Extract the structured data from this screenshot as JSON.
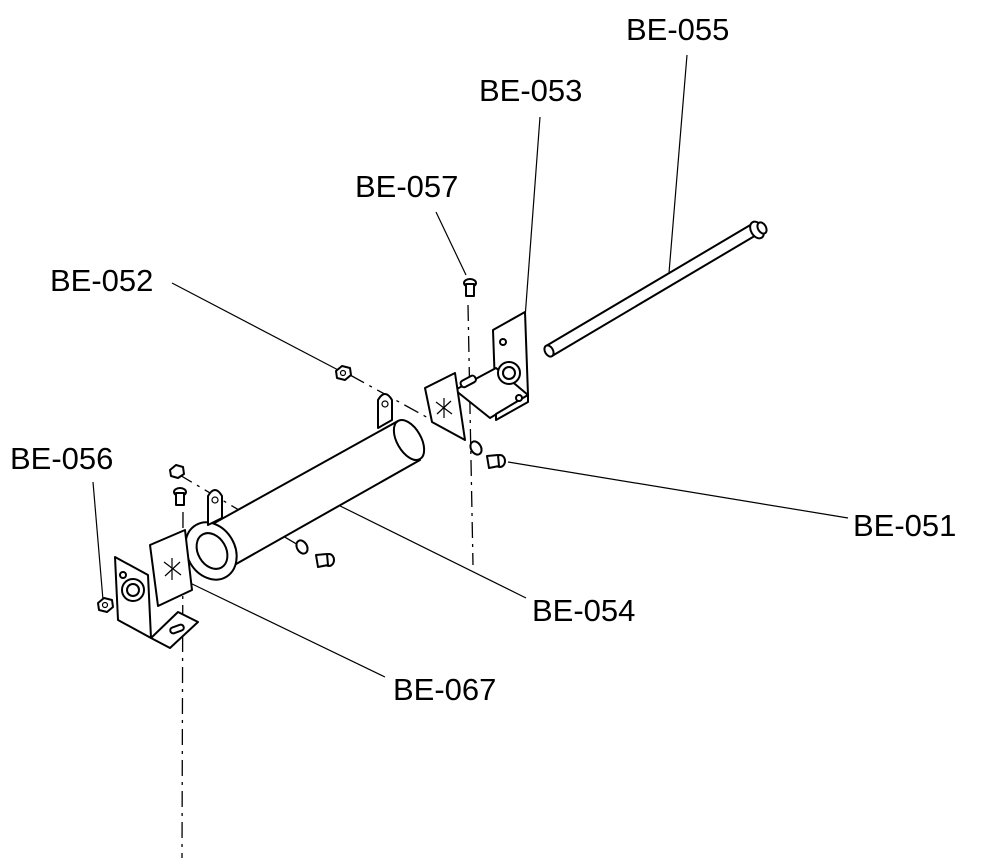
{
  "callouts": {
    "be_055": "BE-055",
    "be_053": "BE-053",
    "be_057": "BE-057",
    "be_052": "BE-052",
    "be_056": "BE-056",
    "be_051": "BE-051",
    "be_054": "BE-054",
    "be_067": "BE-067"
  }
}
